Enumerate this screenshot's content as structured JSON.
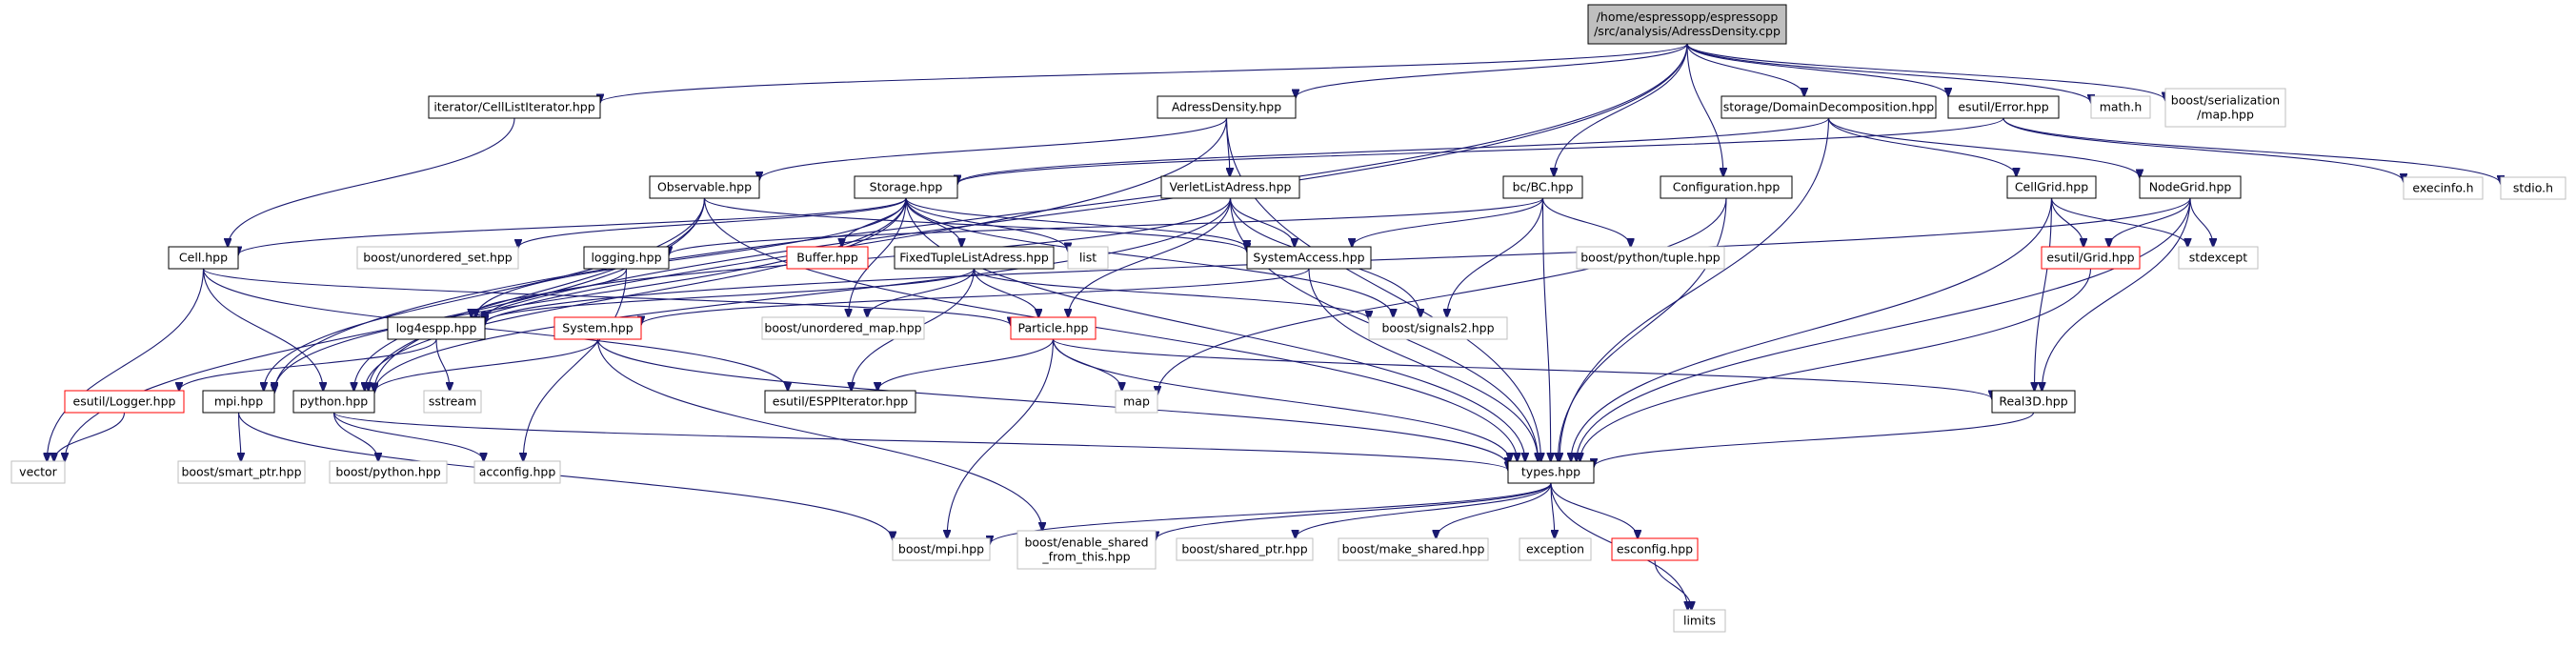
{
  "nodes": [
    {
      "id": "root",
      "lines": [
        "/home/espressopp/espressopp",
        "/src/analysis/AdressDensity.cpp"
      ],
      "style": "root"
    },
    {
      "id": "cell_list_iterator",
      "lines": [
        "iterator/CellListIterator.hpp"
      ],
      "style": "normal"
    },
    {
      "id": "adress_density",
      "lines": [
        "AdressDensity.hpp"
      ],
      "style": "normal"
    },
    {
      "id": "domain_decomposition",
      "lines": [
        "storage/DomainDecomposition.hpp"
      ],
      "style": "normal"
    },
    {
      "id": "esutil_error",
      "lines": [
        "esutil/Error.hpp"
      ],
      "style": "normal"
    },
    {
      "id": "math_h",
      "lines": [
        "math.h"
      ],
      "style": "leaf"
    },
    {
      "id": "boost_serialization_map",
      "lines": [
        "boost/serialization",
        "/map.hpp"
      ],
      "style": "leaf"
    },
    {
      "id": "observable",
      "lines": [
        "Observable.hpp"
      ],
      "style": "normal"
    },
    {
      "id": "storage",
      "lines": [
        "Storage.hpp"
      ],
      "style": "normal"
    },
    {
      "id": "verlet_list_adress",
      "lines": [
        "VerletListAdress.hpp"
      ],
      "style": "normal"
    },
    {
      "id": "bc",
      "lines": [
        "bc/BC.hpp"
      ],
      "style": "normal"
    },
    {
      "id": "configuration",
      "lines": [
        "Configuration.hpp"
      ],
      "style": "normal"
    },
    {
      "id": "cellgrid",
      "lines": [
        "CellGrid.hpp"
      ],
      "style": "normal"
    },
    {
      "id": "nodegrid",
      "lines": [
        "NodeGrid.hpp"
      ],
      "style": "normal"
    },
    {
      "id": "execinfo",
      "lines": [
        "execinfo.h"
      ],
      "style": "leaf"
    },
    {
      "id": "stdio",
      "lines": [
        "stdio.h"
      ],
      "style": "leaf"
    },
    {
      "id": "cell",
      "lines": [
        "Cell.hpp"
      ],
      "style": "normal"
    },
    {
      "id": "unordered_set",
      "lines": [
        "boost/unordered_set.hpp"
      ],
      "style": "leaf"
    },
    {
      "id": "logging",
      "lines": [
        "logging.hpp"
      ],
      "style": "normal"
    },
    {
      "id": "buffer",
      "lines": [
        "Buffer.hpp"
      ],
      "style": "red"
    },
    {
      "id": "fixed_tuple_list_adress",
      "lines": [
        "FixedTupleListAdress.hpp"
      ],
      "style": "normal"
    },
    {
      "id": "list",
      "lines": [
        "list"
      ],
      "style": "leaf"
    },
    {
      "id": "system_access",
      "lines": [
        "SystemAccess.hpp"
      ],
      "style": "normal"
    },
    {
      "id": "python_tuple",
      "lines": [
        "boost/python/tuple.hpp"
      ],
      "style": "leaf"
    },
    {
      "id": "esutil_grid",
      "lines": [
        "esutil/Grid.hpp"
      ],
      "style": "red"
    },
    {
      "id": "stdexcept",
      "lines": [
        "stdexcept"
      ],
      "style": "leaf"
    },
    {
      "id": "log4espp",
      "lines": [
        "log4espp.hpp"
      ],
      "style": "normal"
    },
    {
      "id": "system",
      "lines": [
        "System.hpp"
      ],
      "style": "red"
    },
    {
      "id": "unordered_map",
      "lines": [
        "boost/unordered_map.hpp"
      ],
      "style": "leaf"
    },
    {
      "id": "particle",
      "lines": [
        "Particle.hpp"
      ],
      "style": "red"
    },
    {
      "id": "signals2",
      "lines": [
        "boost/signals2.hpp"
      ],
      "style": "leaf"
    },
    {
      "id": "esutil_logger",
      "lines": [
        "esutil/Logger.hpp"
      ],
      "style": "red"
    },
    {
      "id": "mpi",
      "lines": [
        "mpi.hpp"
      ],
      "style": "normal"
    },
    {
      "id": "python",
      "lines": [
        "python.hpp"
      ],
      "style": "normal"
    },
    {
      "id": "sstream",
      "lines": [
        "sstream"
      ],
      "style": "leaf"
    },
    {
      "id": "esp_iterator",
      "lines": [
        "esutil/ESPPIterator.hpp"
      ],
      "style": "normal"
    },
    {
      "id": "map",
      "lines": [
        "map"
      ],
      "style": "leaf"
    },
    {
      "id": "real3d",
      "lines": [
        "Real3D.hpp"
      ],
      "style": "normal"
    },
    {
      "id": "vector",
      "lines": [
        "vector"
      ],
      "style": "leaf"
    },
    {
      "id": "smart_ptr",
      "lines": [
        "boost/smart_ptr.hpp"
      ],
      "style": "leaf"
    },
    {
      "id": "boost_python",
      "lines": [
        "boost/python.hpp"
      ],
      "style": "leaf"
    },
    {
      "id": "acconfig",
      "lines": [
        "acconfig.hpp"
      ],
      "style": "leaf"
    },
    {
      "id": "types",
      "lines": [
        "types.hpp"
      ],
      "style": "normal"
    },
    {
      "id": "boost_mpi",
      "lines": [
        "boost/mpi.hpp"
      ],
      "style": "leaf"
    },
    {
      "id": "enable_shared",
      "lines": [
        "boost/enable_shared",
        "_from_this.hpp"
      ],
      "style": "leaf"
    },
    {
      "id": "shared_ptr",
      "lines": [
        "boost/shared_ptr.hpp"
      ],
      "style": "leaf"
    },
    {
      "id": "make_shared",
      "lines": [
        "boost/make_shared.hpp"
      ],
      "style": "leaf"
    },
    {
      "id": "exception",
      "lines": [
        "exception"
      ],
      "style": "leaf"
    },
    {
      "id": "esconfig",
      "lines": [
        "esconfig.hpp"
      ],
      "style": "red"
    },
    {
      "id": "limits",
      "lines": [
        "limits"
      ],
      "style": "leaf"
    }
  ],
  "edges": [
    [
      "root",
      "cell_list_iterator"
    ],
    [
      "root",
      "adress_density"
    ],
    [
      "root",
      "domain_decomposition"
    ],
    [
      "root",
      "esutil_error"
    ],
    [
      "root",
      "math_h"
    ],
    [
      "root",
      "boost_serialization_map"
    ],
    [
      "root",
      "bc"
    ],
    [
      "root",
      "configuration"
    ],
    [
      "root",
      "mpi"
    ],
    [
      "root",
      "python"
    ],
    [
      "cell_list_iterator",
      "cell"
    ],
    [
      "adress_density",
      "observable"
    ],
    [
      "adress_density",
      "verlet_list_adress"
    ],
    [
      "adress_density",
      "python"
    ],
    [
      "adress_density",
      "types"
    ],
    [
      "domain_decomposition",
      "storage"
    ],
    [
      "domain_decomposition",
      "cellgrid"
    ],
    [
      "domain_decomposition",
      "nodegrid"
    ],
    [
      "domain_decomposition",
      "types"
    ],
    [
      "esutil_error",
      "storage"
    ],
    [
      "esutil_error",
      "execinfo"
    ],
    [
      "esutil_error",
      "stdio"
    ],
    [
      "observable",
      "system_access"
    ],
    [
      "observable",
      "types"
    ],
    [
      "observable",
      "mpi"
    ],
    [
      "observable",
      "python"
    ],
    [
      "observable",
      "vector"
    ],
    [
      "storage",
      "cell"
    ],
    [
      "storage",
      "unordered_set"
    ],
    [
      "storage",
      "buffer"
    ],
    [
      "storage",
      "fixed_tuple_list_adress"
    ],
    [
      "storage",
      "list"
    ],
    [
      "storage",
      "system_access"
    ],
    [
      "storage",
      "log4espp"
    ],
    [
      "storage",
      "unordered_map"
    ],
    [
      "storage",
      "signals2"
    ],
    [
      "storage",
      "types"
    ],
    [
      "storage",
      "mpi"
    ],
    [
      "storage",
      "python"
    ],
    [
      "verlet_list_adress",
      "system_access"
    ],
    [
      "verlet_list_adress",
      "particle"
    ],
    [
      "verlet_list_adress",
      "signals2"
    ],
    [
      "verlet_list_adress",
      "types"
    ],
    [
      "verlet_list_adress",
      "python"
    ],
    [
      "verlet_list_adress",
      "log4espp"
    ],
    [
      "bc",
      "system_access"
    ],
    [
      "bc",
      "python_tuple"
    ],
    [
      "bc",
      "signals2"
    ],
    [
      "bc",
      "types"
    ],
    [
      "bc",
      "logging"
    ],
    [
      "configuration",
      "types"
    ],
    [
      "configuration",
      "map"
    ],
    [
      "cellgrid",
      "esutil_grid"
    ],
    [
      "cellgrid",
      "stdexcept"
    ],
    [
      "cellgrid",
      "real3d"
    ],
    [
      "cellgrid",
      "types"
    ],
    [
      "nodegrid",
      "esutil_grid"
    ],
    [
      "nodegrid",
      "stdexcept"
    ],
    [
      "nodegrid",
      "real3d"
    ],
    [
      "nodegrid",
      "types"
    ],
    [
      "nodegrid",
      "log4espp"
    ],
    [
      "cell",
      "particle"
    ],
    [
      "cell",
      "esp_iterator"
    ],
    [
      "cell",
      "vector"
    ],
    [
      "cell",
      "python"
    ],
    [
      "logging",
      "log4espp"
    ],
    [
      "logging",
      "acconfig"
    ],
    [
      "fixed_tuple_list_adress",
      "particle"
    ],
    [
      "fixed_tuple_list_adress",
      "esp_iterator"
    ],
    [
      "fixed_tuple_list_adress",
      "unordered_map"
    ],
    [
      "fixed_tuple_list_adress",
      "signals2"
    ],
    [
      "fixed_tuple_list_adress",
      "log4espp"
    ],
    [
      "system_access",
      "system"
    ],
    [
      "system_access",
      "types"
    ],
    [
      "esutil_grid",
      "types"
    ],
    [
      "log4espp",
      "esutil_logger"
    ],
    [
      "log4espp",
      "sstream"
    ],
    [
      "system",
      "python"
    ],
    [
      "system",
      "enable_shared"
    ],
    [
      "system",
      "types"
    ],
    [
      "particle",
      "esp_iterator"
    ],
    [
      "particle",
      "map"
    ],
    [
      "particle",
      "real3d"
    ],
    [
      "particle",
      "boost_mpi"
    ],
    [
      "particle",
      "types"
    ],
    [
      "esutil_logger",
      "vector"
    ],
    [
      "mpi",
      "smart_ptr"
    ],
    [
      "mpi",
      "boost_mpi"
    ],
    [
      "python",
      "boost_python"
    ],
    [
      "python",
      "acconfig"
    ],
    [
      "python",
      "types"
    ],
    [
      "real3d",
      "types"
    ],
    [
      "types",
      "boost_mpi"
    ],
    [
      "types",
      "enable_shared"
    ],
    [
      "types",
      "shared_ptr"
    ],
    [
      "types",
      "make_shared"
    ],
    [
      "types",
      "exception"
    ],
    [
      "types",
      "esconfig"
    ],
    [
      "types",
      "limits"
    ],
    [
      "esconfig",
      "limits"
    ]
  ],
  "colors": {
    "edge": "#191970",
    "node_border": "#000000",
    "leaf_border": "#bfbfbf",
    "red_border": "#ff0000",
    "root_fill": "#bfbfbf",
    "node_fill": "#ffffff"
  }
}
